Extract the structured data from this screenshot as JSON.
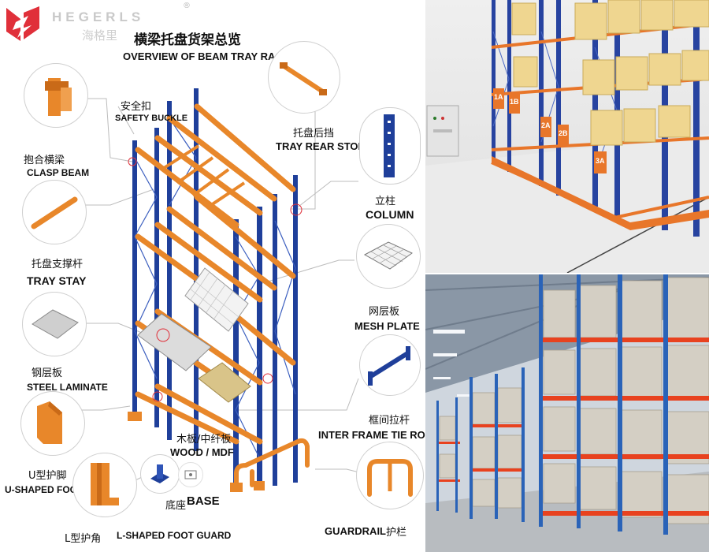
{
  "brand": {
    "name": "HEGERLS",
    "registered": "®",
    "subname_cn": "海格里"
  },
  "title": {
    "cn": "横梁托盘货架总览",
    "en": "OVERVIEW OF BEAM TRAY RACK"
  },
  "components": {
    "safety_buckle": {
      "cn": "安全扣",
      "en": "SAFETY BUCKLE"
    },
    "clasp_beam": {
      "cn": "抱合横梁",
      "en": "CLASP BEAM"
    },
    "tray_stay": {
      "cn": "托盘支撑杆",
      "en": "TRAY STAY"
    },
    "steel_laminate": {
      "cn": "钢层板",
      "en": "STEEL LAMINATE"
    },
    "u_foot": {
      "cn": "U型护脚",
      "en": "U-SHAPED FOOT GUARD"
    },
    "l_foot": {
      "cn": "L型护角",
      "en": "L-SHAPED FOOT GUARD"
    },
    "wood": {
      "cn": "木板/中纤板",
      "en": "WOOD / MDF"
    },
    "base": {
      "cn": "底座",
      "en": "BASE"
    },
    "tray_rear_stop": {
      "cn": "托盘后挡",
      "en": "TRAY REAR STOP"
    },
    "column": {
      "cn": "立柱",
      "en": "COLUMN"
    },
    "mesh_plate": {
      "cn": "网层板",
      "en": "MESH PLATE"
    },
    "tie_rod": {
      "cn": "框间拉杆",
      "en": "INTER FRAME TIE ROD"
    },
    "guardrail": {
      "cn": "护栏",
      "en": "GUARDRAIL"
    }
  },
  "photo_labels": [
    "1A",
    "1B",
    "2A",
    "2B",
    "3A"
  ],
  "colors": {
    "upright_blue": "#1f3f9a",
    "beam_orange": "#e8872a",
    "logo_red": "#e0303a",
    "callout_line": "#bcbcbc"
  }
}
